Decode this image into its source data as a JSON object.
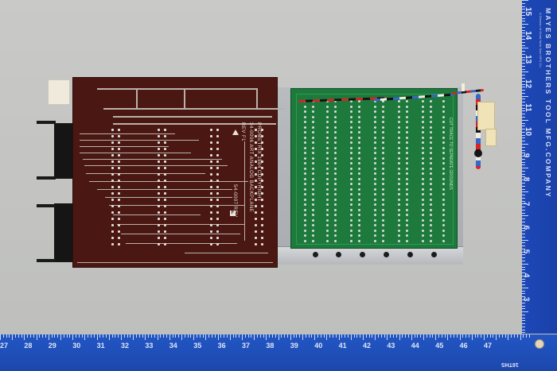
{
  "scene": {
    "description": "Two printed circuit boards mounted on a metal chassis bracket, photographed on a grey background next to blue measuring rulers",
    "background_color": "#c4c5c3"
  },
  "brown_board": {
    "color": "#4a1712",
    "silkscreen": {
      "line1": "PROMETRIX  1984 COPYRIGHT",
      "line2": "34-0006 ART ANALOG BACKPLANE",
      "line3": "REV F1",
      "line4": "54-0007  REV",
      "rev_box": "F"
    }
  },
  "green_board": {
    "color": "#1d7a3c",
    "silkscreen": {
      "note": "CUT TRACE TO SEPARATE GROUNDS"
    }
  },
  "ruler_vertical": {
    "brand": "MAYES BROTHERS  TOOL MFG.COMPANY",
    "subtitle": "A Division of Great Neck Saw MFG Co.",
    "numbers": [
      "15",
      "14",
      "13",
      "12",
      "11",
      "10",
      "9",
      "8",
      "7",
      "6",
      "5",
      "4",
      "3"
    ],
    "color": "#1d48b8"
  },
  "ruler_horizontal": {
    "numbers": [
      "27",
      "28",
      "29",
      "30",
      "31",
      "32",
      "33",
      "34",
      "35",
      "36",
      "37",
      "38",
      "39",
      "40",
      "41",
      "42",
      "43",
      "44",
      "45",
      "46",
      "47"
    ],
    "unit_label": "16THS",
    "color": "#2256c4"
  }
}
